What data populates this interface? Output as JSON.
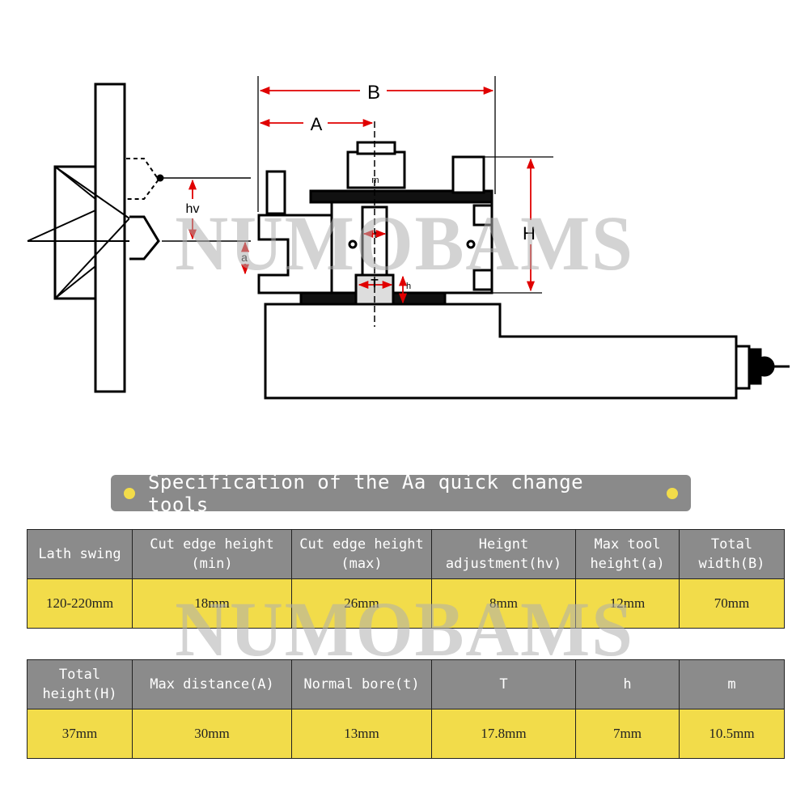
{
  "diagram": {
    "labels": {
      "B": "B",
      "A": "A",
      "H": "H",
      "hv": "hv",
      "a": "a",
      "m": "m",
      "t": "t",
      "T": "T",
      "h": "h"
    }
  },
  "watermark": "NUMOBAMS",
  "spec_title": "Specification of the Aa quick change tools",
  "table1": {
    "headers": [
      "Lath swing",
      "Cut edge height (min)",
      "Cut edge height (max)",
      "Heignt adjustment(hv)",
      "Max tool height(a)",
      "Total width(B)"
    ],
    "values": [
      "120-220mm",
      "18mm",
      "26mm",
      "8mm",
      "12mm",
      "70mm"
    ]
  },
  "table2": {
    "headers": [
      "Total height(H)",
      "Max distance(A)",
      "Normal bore(t)",
      "T",
      "h",
      "m"
    ],
    "values": [
      "37mm",
      "30mm",
      "13mm",
      "17.8mm",
      "7mm",
      "10.5mm"
    ]
  },
  "colors": {
    "header_bg": "#8b8b8b",
    "value_bg": "#f2dc4a",
    "banner_bg": "#8a8a8a",
    "dimension_red": "#e00000"
  }
}
